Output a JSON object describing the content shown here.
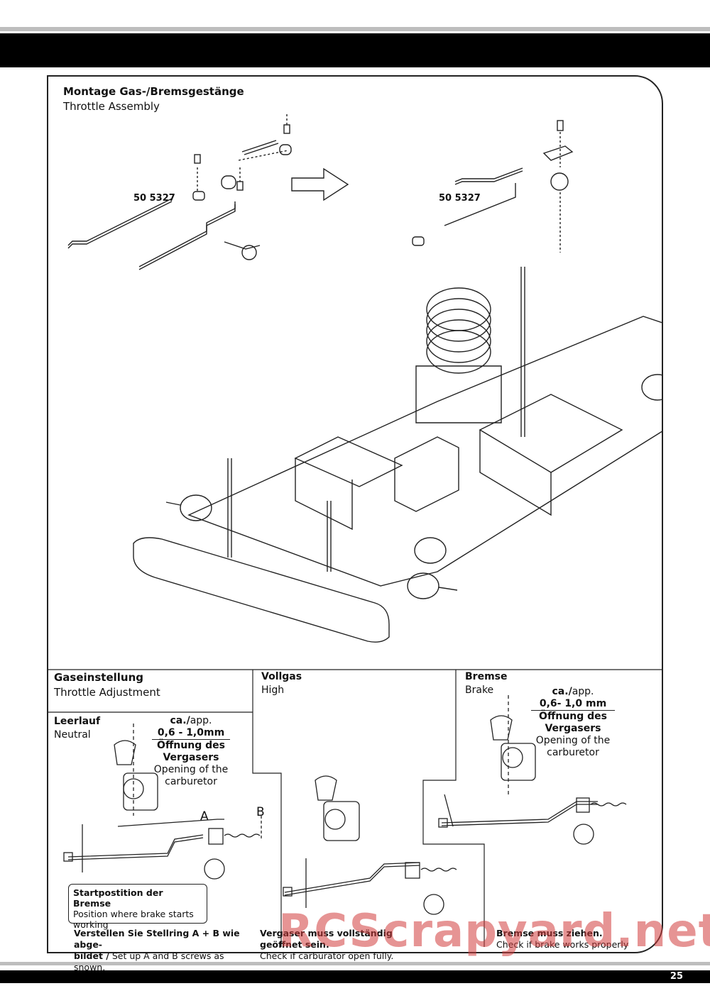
{
  "page": {
    "number": "25"
  },
  "top_section": {
    "title_de": "Montage Gas-/Bremsgestänge",
    "title_en": "Throttle Assembly",
    "part_left": "50 5327",
    "part_right": "50 5327"
  },
  "adjustment": {
    "title_de": "Gaseinstellung",
    "title_en": "Throttle Adjustment",
    "neutral": {
      "label_de": "Leerlauf",
      "label_en": "Neutral",
      "approx": "ca./",
      "approx_en": "app.",
      "value": "0,6 - 1,0mm",
      "opening_de_1": "Öffnung des",
      "opening_de_2": "Vergasers",
      "opening_en_1": "Opening of the",
      "opening_en_2": "carburetor",
      "marker_a": "A",
      "marker_b": "B",
      "brake_start_de": "Startpostition der Bremse",
      "brake_start_en_1": "Position where brake starts",
      "brake_start_en_2": "working",
      "note_de_1": "Verstellen Sie Stellring A + B wie abge-",
      "note_de_2": "bildet /",
      "note_en": " Set up A and B screws as shown."
    },
    "high": {
      "label_de": "Vollgas",
      "label_en": "High",
      "note_de": "Vergaser muss vollständig geöffnet sein.",
      "note_en": "Check if carburator open fully."
    },
    "brake": {
      "label_de": "Bremse",
      "label_en": "Brake",
      "approx": "ca./",
      "approx_en": "app.",
      "value": "0,6- 1,0 mm",
      "opening_de_1": "Öffnung des",
      "opening_de_2": "Vergasers",
      "opening_en_1": "Opening of the",
      "opening_en_2": "carburetor",
      "note_de": "Bremse muss ziehen.",
      "note_en": "Check if brake works properly"
    }
  },
  "watermark": "RCScrapyard.net"
}
